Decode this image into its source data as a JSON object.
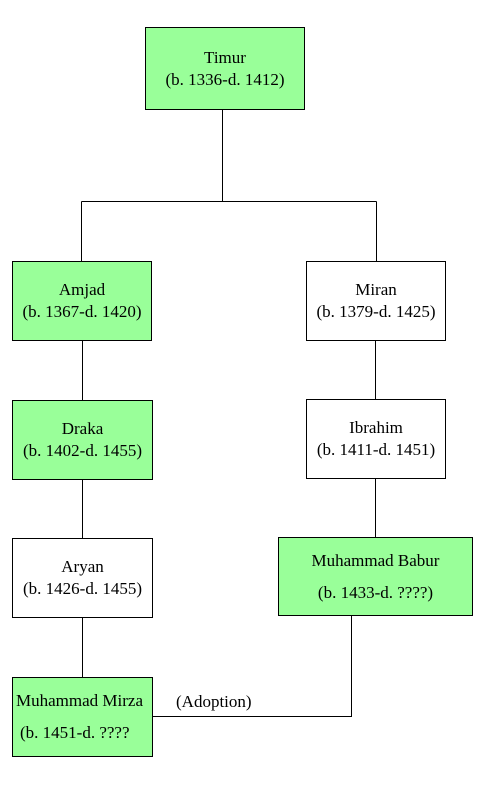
{
  "tree": {
    "nodes": {
      "timur": {
        "name": "Timur",
        "dates": "(b. 1336-d. 1412)"
      },
      "amjad": {
        "name": "Amjad",
        "dates": "(b. 1367-d. 1420)"
      },
      "miran": {
        "name": "Miran",
        "dates": "(b. 1379-d. 1425)"
      },
      "draka": {
        "name": "Draka",
        "dates": "(b. 1402-d. 1455)"
      },
      "ibrahim": {
        "name": "Ibrahim",
        "dates": "(b. 1411-d. 1451)"
      },
      "aryan": {
        "name": "Aryan",
        "dates": "(b. 1426-d. 1455)"
      },
      "muhammad_babur": {
        "name": "Muhammad Babur",
        "dates": "(b. 1433-d. ????)"
      },
      "muhammad_mirza": {
        "name": "Muhammad Mirza",
        "dates": "(b. 1451-d. ????"
      }
    },
    "edges": [
      {
        "from": "timur",
        "to": "amjad"
      },
      {
        "from": "timur",
        "to": "miran"
      },
      {
        "from": "amjad",
        "to": "draka"
      },
      {
        "from": "draka",
        "to": "aryan"
      },
      {
        "from": "aryan",
        "to": "muhammad_mirza"
      },
      {
        "from": "miran",
        "to": "ibrahim"
      },
      {
        "from": "ibrahim",
        "to": "muhammad_babur"
      },
      {
        "from": "muhammad_babur",
        "to": "muhammad_mirza",
        "label": "(Adoption)"
      }
    ],
    "adoption_label": "(Adoption)",
    "colors": {
      "highlight": "#99ff99",
      "plain": "#ffffff",
      "line": "#000000"
    }
  }
}
